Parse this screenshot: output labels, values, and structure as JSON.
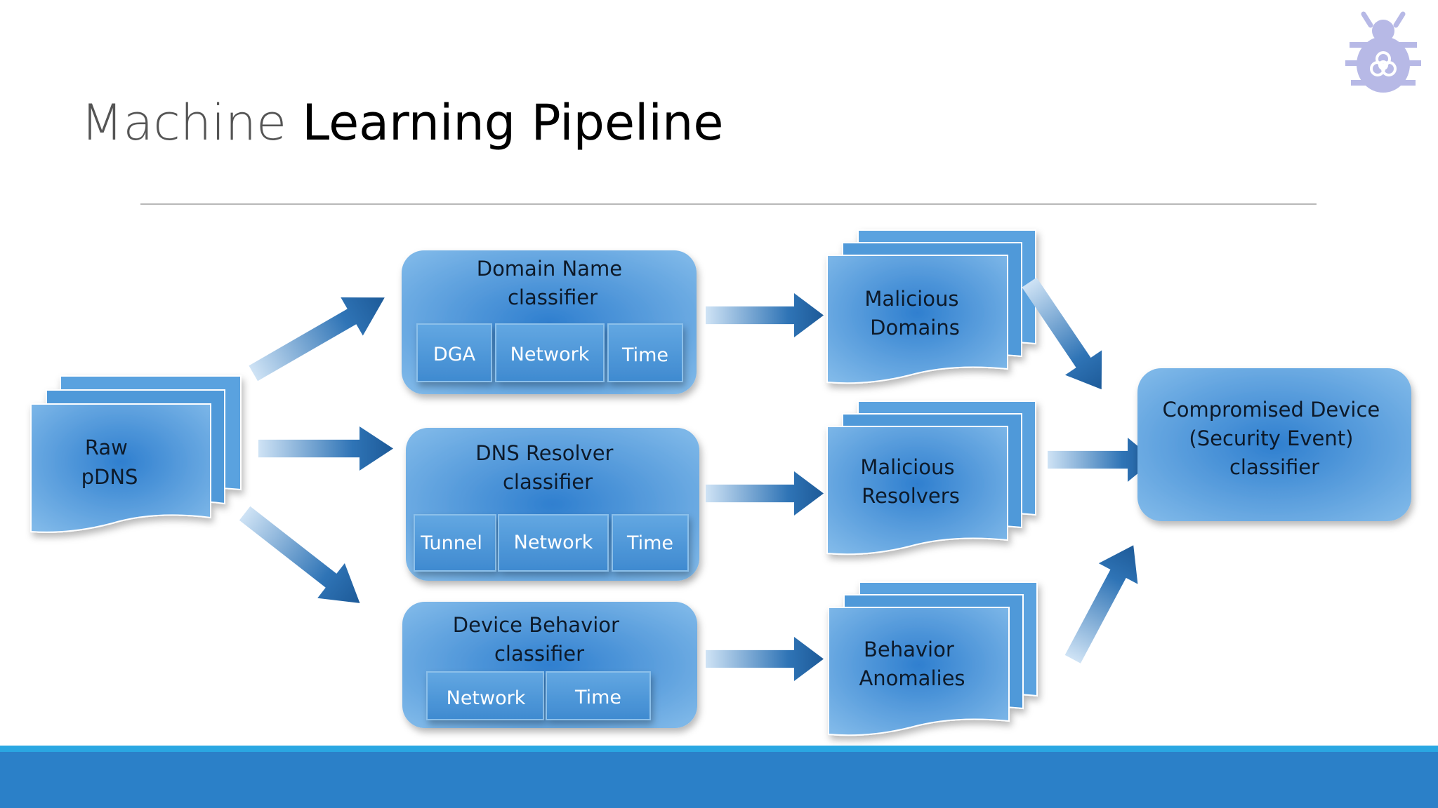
{
  "title": {
    "light": "Machine",
    "bold": "Learning Pipeline"
  },
  "colors": {
    "footer": "#2b80c8",
    "footer_stripe": "#2aa7e2",
    "node_fill": "#4f9ad8",
    "arrow": "#2d72b4",
    "logo": "#b7b9e6"
  },
  "icons": {
    "logo": "bug-biohazard-icon"
  },
  "input": {
    "line1": "Raw",
    "line2": "pDNS"
  },
  "classifiers": {
    "domain": {
      "line1": "Domain Name",
      "line2": "classifier",
      "features": [
        "DGA",
        "Network",
        "Time"
      ]
    },
    "resolver": {
      "line1": "DNS Resolver",
      "line2": "classifier",
      "features": [
        "Tunnel",
        "Network",
        "Time"
      ]
    },
    "behavior": {
      "line1": "Device Behavior",
      "line2": "classifier",
      "features": [
        "Network",
        "Time"
      ]
    }
  },
  "outputs": {
    "domains": {
      "line1": "Malicious",
      "line2": "Domains"
    },
    "resolvers": {
      "line1": "Malicious",
      "line2": "Resolvers"
    },
    "anomalies": {
      "line1": "Behavior",
      "line2": "Anomalies"
    }
  },
  "final": {
    "line1": "Compromised Device",
    "line2": "(Security Event)",
    "line3": "classifier"
  }
}
